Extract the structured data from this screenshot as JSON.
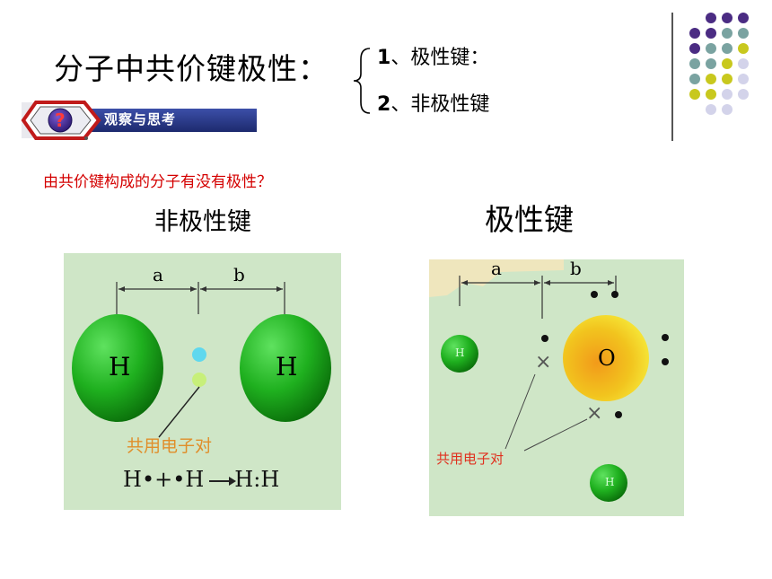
{
  "slide": {
    "title": "分子中共价键极性：",
    "types": [
      {
        "num": "1",
        "sep": "、",
        "text": "极性键："
      },
      {
        "num": "2",
        "sep": "、",
        "text": "非极性键"
      }
    ],
    "badge_text": "观察与思考",
    "question": "由共价键构成的分子有没有极性？",
    "nonpolar": {
      "caption": "非极性键",
      "dist_a": "a",
      "dist_b": "b",
      "atom_left": "H",
      "atom_right": "H",
      "shared_label": "共用电子对",
      "equation": {
        "h1": "H",
        "dot1": "•",
        "plus": "+",
        "dot2": "•",
        "h2": "H",
        "result": "H",
        "colon": ":",
        "h3": "H"
      }
    },
    "polar": {
      "caption": "极性键",
      "dist_a": "a",
      "dist_b": "b",
      "atom_o": "O",
      "atom_h1": "H",
      "atom_h2": "H",
      "cross": "×",
      "shared_label": "共用电子对"
    },
    "decor_colors": {
      "purple": "#4b2c83",
      "teal": "#7aa3a1",
      "yellow": "#c8c81e",
      "lavender": "#d3d3ea"
    }
  }
}
